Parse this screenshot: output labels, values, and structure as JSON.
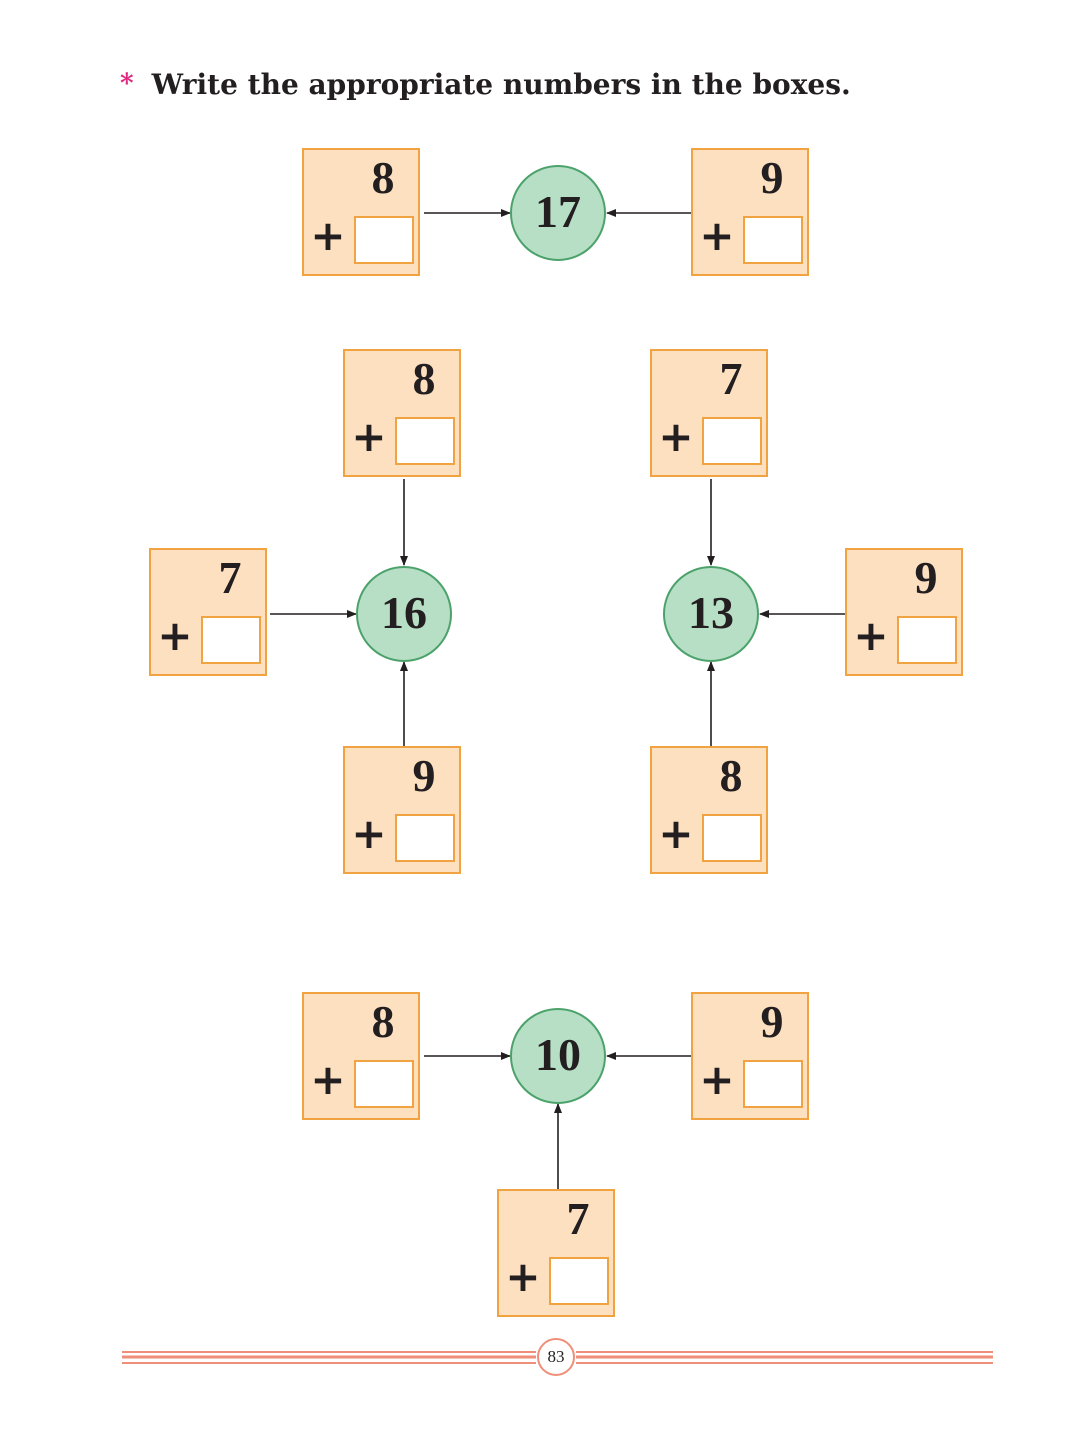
{
  "instruction": {
    "bullet": "*",
    "text": "Write the appropriate numbers in the boxes."
  },
  "operator": "+",
  "puzzles": [
    {
      "target": "17",
      "addends": [
        "8",
        "9"
      ]
    },
    {
      "target": "16",
      "addends": [
        "8",
        "7",
        "9"
      ]
    },
    {
      "target": "13",
      "addends": [
        "7",
        "9",
        "8"
      ]
    },
    {
      "target": "10",
      "addends": [
        "8",
        "9",
        "7"
      ]
    }
  ],
  "footer": {
    "page_number": "83"
  },
  "colors": {
    "box_fill": "#fde0c0",
    "box_border": "#f2a341",
    "circle_fill": "#b7dfc5",
    "circle_border": "#4ca26b",
    "bullet": "#e0267e",
    "footer_rule": "#ef8f7a"
  }
}
